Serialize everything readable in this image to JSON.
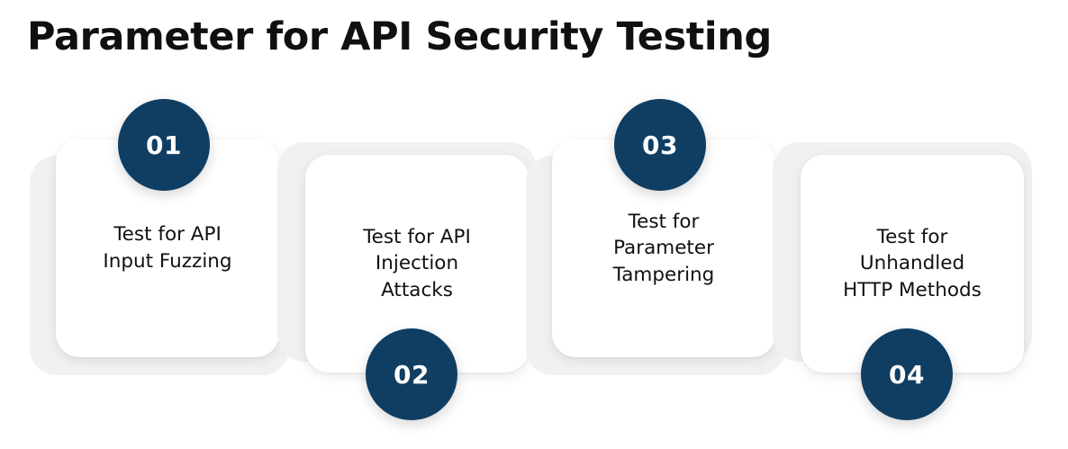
{
  "page": {
    "title": "Parameter for API Security Testing",
    "background_color": "#ffffff",
    "title_color": "#101010",
    "accent_color": "#103e63",
    "card_color": "#ffffff",
    "backdrop_color": "#f1f1f1",
    "badge_text_color": "#ffffff",
    "card_text_color": "#111111"
  },
  "steps": [
    {
      "number": "01",
      "label": "Test for API\nInput Fuzzing",
      "badge_position": "top"
    },
    {
      "number": "02",
      "label": "Test for API\nInjection\nAttacks",
      "badge_position": "bottom"
    },
    {
      "number": "03",
      "label": "Test for\nParameter\nTampering",
      "badge_position": "top"
    },
    {
      "number": "04",
      "label": "Test for\nUnhandled\nHTTP Methods",
      "badge_position": "bottom"
    }
  ]
}
